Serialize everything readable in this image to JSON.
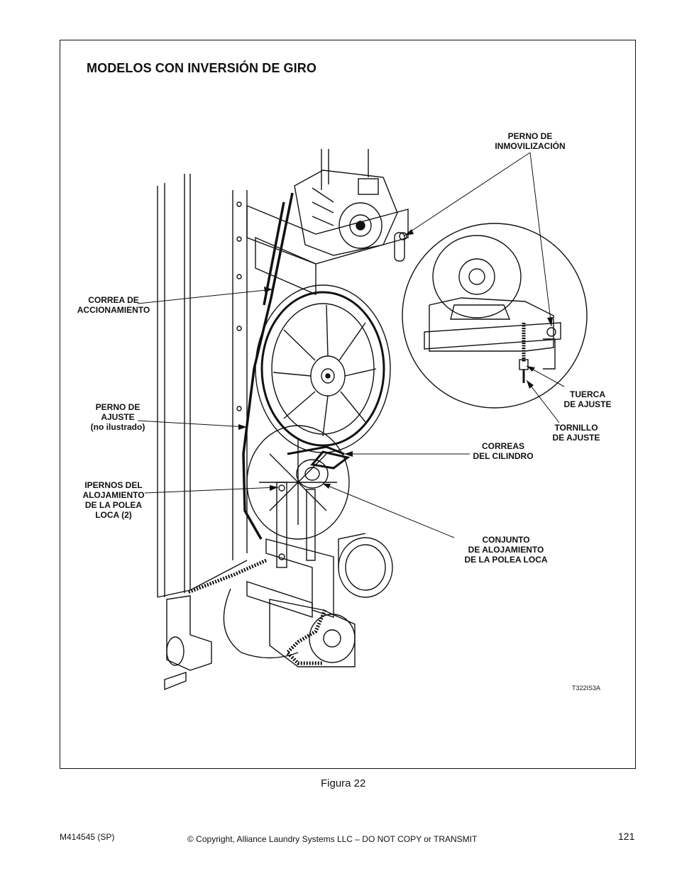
{
  "heading": "Modelos con Inversión de Giro",
  "labels": {
    "perno_inmovilizacion": "PERNO DE\nINMOVILIZACIÓN",
    "correa_accionamiento": "CORREA DE\nACCIONAMIENTO",
    "perno_ajuste": "PERNO DE\nAJUSTE\n(no ilustrado)",
    "ipernos_alojamiento": "IPERNOS DEL\nALOJAMIENTO\nDE LA POLEA\nLOCA (2)",
    "tuerca_ajuste": "TUERCA\nDE AJUSTE",
    "tornillo_ajuste": "TORNILLO\nDE AJUSTE",
    "correas_cilindro": "CORREAS\nDEL CILINDRO",
    "conjunto_alojamiento": "CONJUNTO\nDE ALOJAMIENTO\nDE LA POLEA LOCA"
  },
  "figure_code": "T322IS3A",
  "caption": "Figura  22",
  "footer": {
    "doc_number": "M414545 (SP)",
    "copyright": "© Copyright, Alliance Laundry Systems LLC – DO NOT COPY or TRANSMIT",
    "page": "121"
  }
}
